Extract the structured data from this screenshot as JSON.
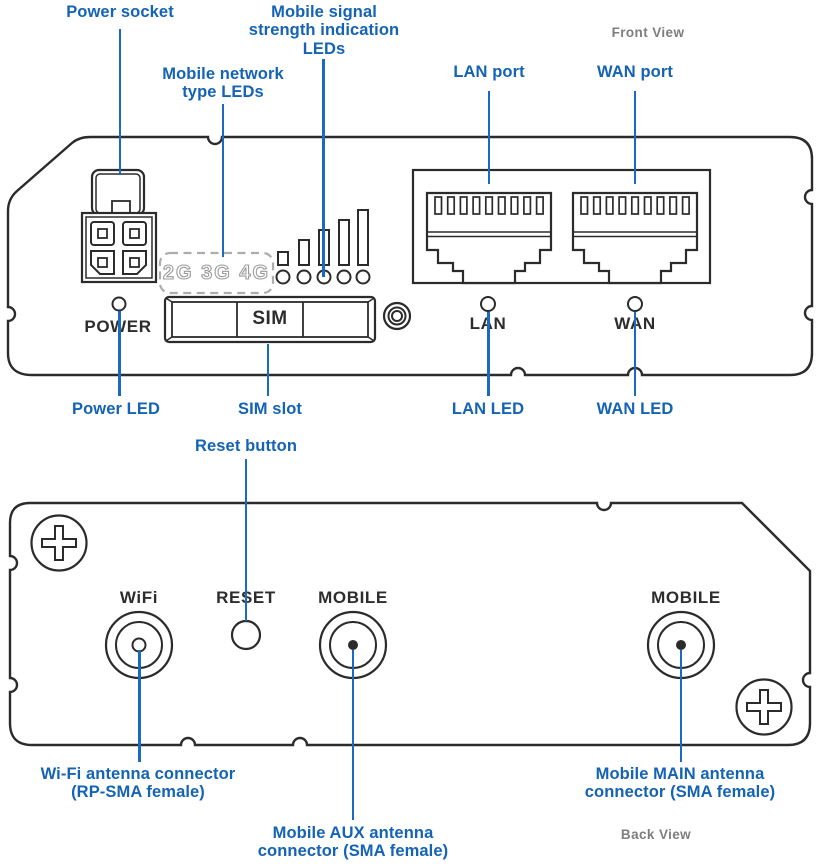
{
  "colors": {
    "callout_blue": "#1463b5",
    "leader_line_blue": "#1a6ac4",
    "device_outline": "#2b2b2b",
    "panel_text_dark": "#2d2d2d",
    "view_label_gray": "#7e7e7e",
    "dashed_box_gray": "#adadad",
    "network_type_outline_gray": "#9b9b9b"
  },
  "front": {
    "view_label": "Front View",
    "callouts": {
      "power_socket": "Power socket",
      "mobile_signal_leds": "Mobile signal\nstrength indication\nLEDs",
      "mobile_network_type_leds": "Mobile network\ntype LEDs",
      "lan_port": "LAN port",
      "wan_port": "WAN port",
      "power_led": "Power LED",
      "sim_slot": "SIM slot",
      "lan_led": "LAN LED",
      "wan_led": "WAN LED",
      "reset_button": "Reset button"
    },
    "panel_text": {
      "power": "POWER",
      "sim": "SIM",
      "lan": "LAN",
      "wan": "WAN",
      "network_types": "2G 3G 4G"
    }
  },
  "back": {
    "view_label": "Back View",
    "callouts": {
      "wifi_antenna": "Wi-Fi antenna connector\n(RP-SMA female)",
      "mobile_aux": "Mobile AUX antenna\nconnector (SMA female)",
      "mobile_main": "Mobile MAIN antenna\nconnector (SMA female)"
    },
    "panel_text": {
      "wifi": "WiFi",
      "reset": "RESET",
      "mobile_left": "MOBILE",
      "mobile_right": "MOBILE"
    }
  }
}
